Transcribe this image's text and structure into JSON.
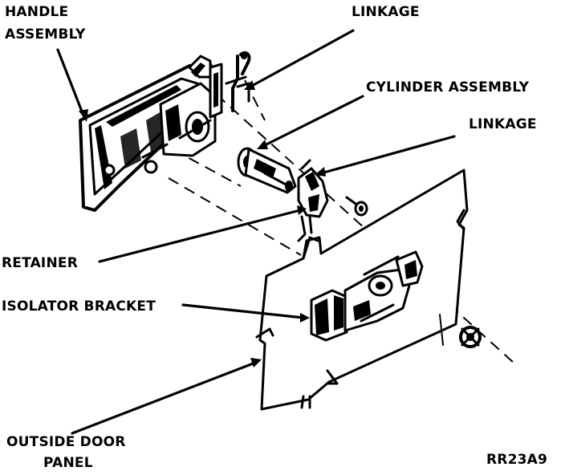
{
  "labels": {
    "handle_assembly_line1": "HANDLE",
    "handle_assembly_line2": "ASSEMBLY",
    "linkage_top": "LINKAGE",
    "cylinder_assembly": "CYLINDER ASSEMBLY",
    "linkage_mid": "LINKAGE",
    "retainer": "RETAINER",
    "isolator_bracket": "ISOLATOR BRACKET",
    "outside_door_panel_line1": "OUTSIDE DOOR",
    "outside_door_panel_line2": "PANEL",
    "figure_code": "RR23A9"
  },
  "colors": {
    "ink": "#000000",
    "background": "#ffffff"
  }
}
